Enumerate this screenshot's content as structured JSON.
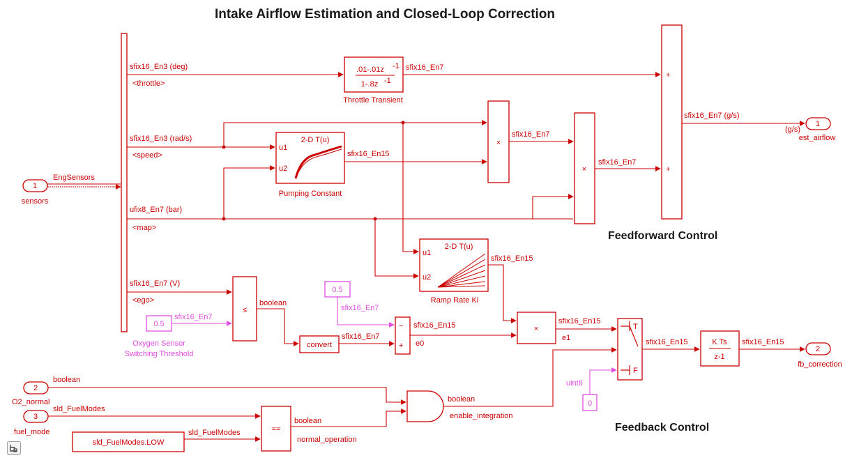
{
  "title": "Intake Airflow Estimation and Closed-Loop Correction",
  "sections": {
    "feedforward": "Feedforward Control",
    "feedback": "Feedback Control"
  },
  "colors": {
    "signal": "#cc0000",
    "constant": "#e24de2",
    "text": "#1a1a1a"
  },
  "inports": [
    {
      "num": "1",
      "name": "sensors"
    },
    {
      "num": "2",
      "name": "O2_normal"
    },
    {
      "num": "3",
      "name": "fuel_mode"
    }
  ],
  "outports": [
    {
      "num": "1",
      "name": "est_airflow",
      "unit": "(g/s)"
    },
    {
      "num": "2",
      "name": "fb_correction"
    }
  ],
  "bus": {
    "input_label": "EngSensors",
    "signals": [
      {
        "type": "sfix16_En3 (deg)",
        "name": "<throttle>"
      },
      {
        "type": "sfix16_En3 (rad/s)",
        "name": "<speed>"
      },
      {
        "type": "ufix8_En7 (bar)",
        "name": "<map>"
      },
      {
        "type": "sfix16_En7 (V)",
        "name": "<ego>"
      }
    ]
  },
  "blocks": {
    "throttle_transient": {
      "name": "Throttle Transient",
      "num": ".01-.01z",
      "num_exp": "-1",
      "den": "1-.8z",
      "den_exp": "-1"
    },
    "pumping_constant": {
      "name": "Pumping Constant",
      "header": "2-D T(u)",
      "in1": "u1",
      "in2": "u2"
    },
    "ramp_rate": {
      "name": "Ramp Rate Ki",
      "header": "2-D T(u)",
      "in1": "u1",
      "in2": "u2"
    },
    "product1": {
      "symbol": "×"
    },
    "product2": {
      "symbol": "×"
    },
    "product3": {
      "symbol": "×"
    },
    "sum_plus_top": "+",
    "sum_plus_bottom": "+",
    "relational": {
      "symbol": "≤"
    },
    "convert": {
      "label": "convert"
    },
    "error_sum": {
      "minus": "−",
      "plus": "+"
    },
    "equality": {
      "symbol": "=="
    },
    "switch": {
      "t": "T",
      "f": "F"
    },
    "integrator": {
      "num": "K Ts",
      "den": "z-1"
    },
    "oxygen_threshold": {
      "value": "0.5",
      "name_line1": "Oxygen Sensor",
      "name_line2": "Switching Threshold"
    },
    "setpoint_const": {
      "value": "0.5"
    },
    "zero_const": {
      "value": "0"
    },
    "enum_const": {
      "value": "sld_FuelModes.LOW"
    }
  },
  "signals": {
    "throttle_out": "sfix16_En7",
    "prod1_out": "sfix16_En7",
    "pump_out": "sfix16_En15",
    "prod2_out": "sfix16_En7",
    "sum_out": "sfix16_En7 (g/s)",
    "ramp_out": "sfix16_En15",
    "thresh_out": "sfix16_En7",
    "rel_out": "boolean",
    "convert_out": "sfix16_En7",
    "setpoint_out": "sfix16_En7",
    "err_type": "sfix16_En15",
    "err_name": "e0",
    "e1_type": "sfix16_En15",
    "e1_name": "e1",
    "switch_out": "sfix16_En15",
    "integ_out": "sfix16_En15",
    "o2_type": "boolean",
    "fuel_type": "sld_FuelModes",
    "enum_type": "sld_FuelModes",
    "eq_type": "boolean",
    "eq_name": "normal_operation",
    "and_type": "boolean",
    "and_name": "enable_integration",
    "zero_type": "uint8"
  }
}
